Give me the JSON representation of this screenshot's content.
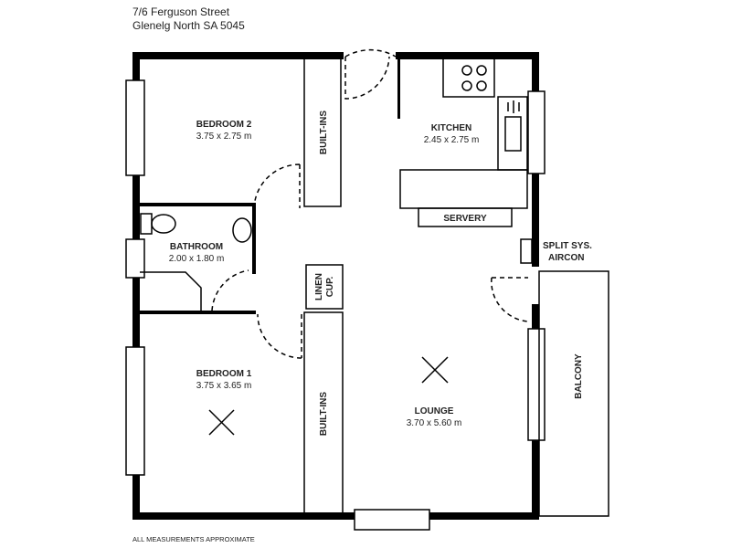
{
  "address": {
    "line1": "7/6 Ferguson Street",
    "line2": "Glenelg North SA 5045"
  },
  "rooms": {
    "bedroom2": {
      "name": "BEDROOM 2",
      "dims": "3.75 x 2.75 m"
    },
    "kitchen": {
      "name": "KITCHEN",
      "dims": "2.45 x 2.75 m"
    },
    "bathroom": {
      "name": "BATHROOM",
      "dims": "2.00 x 1.80 m"
    },
    "bedroom1": {
      "name": "BEDROOM 1",
      "dims": "3.75 x 3.65 m"
    },
    "lounge": {
      "name": "LOUNGE",
      "dims": "3.70 x 5.60 m"
    }
  },
  "labels": {
    "builtins_top": "BUILT-INS",
    "builtins_bottom": "BUILT-INS",
    "servery": "SERVERY",
    "linen_line1": "LINEN",
    "linen_line2": "CUP.",
    "aircon_line1": "SPLIT SYS.",
    "aircon_line2": "AIRCON",
    "balcony": "BALCONY"
  },
  "footer": "ALL MEASUREMENTS APPROXIMATE"
}
